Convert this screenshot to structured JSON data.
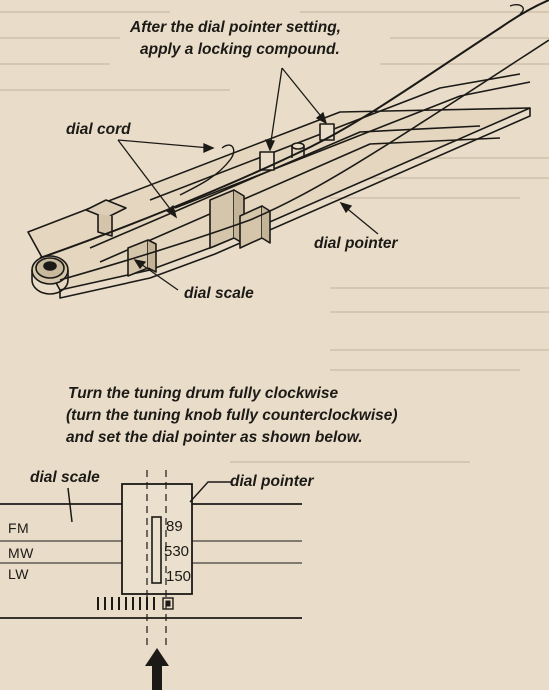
{
  "top_figure": {
    "note_line1": "After the dial pointer setting,",
    "note_line2": "apply a locking compound.",
    "dial_cord": "dial cord",
    "dial_pointer": "dial pointer",
    "dial_scale": "dial scale"
  },
  "instruction": {
    "line1": "Turn the tuning drum fully clockwise",
    "line2": "(turn the tuning knob fully counterclockwise)",
    "line3": "and set the dial pointer as shown below."
  },
  "bottom_figure": {
    "dial_scale": "dial scale",
    "dial_pointer": "dial pointer",
    "bands": [
      "FM",
      "MW",
      "LW"
    ],
    "values": [
      "89",
      "530",
      "150"
    ]
  },
  "colors": {
    "paper": "#e9ddc9",
    "ink": "#1c1a17"
  }
}
